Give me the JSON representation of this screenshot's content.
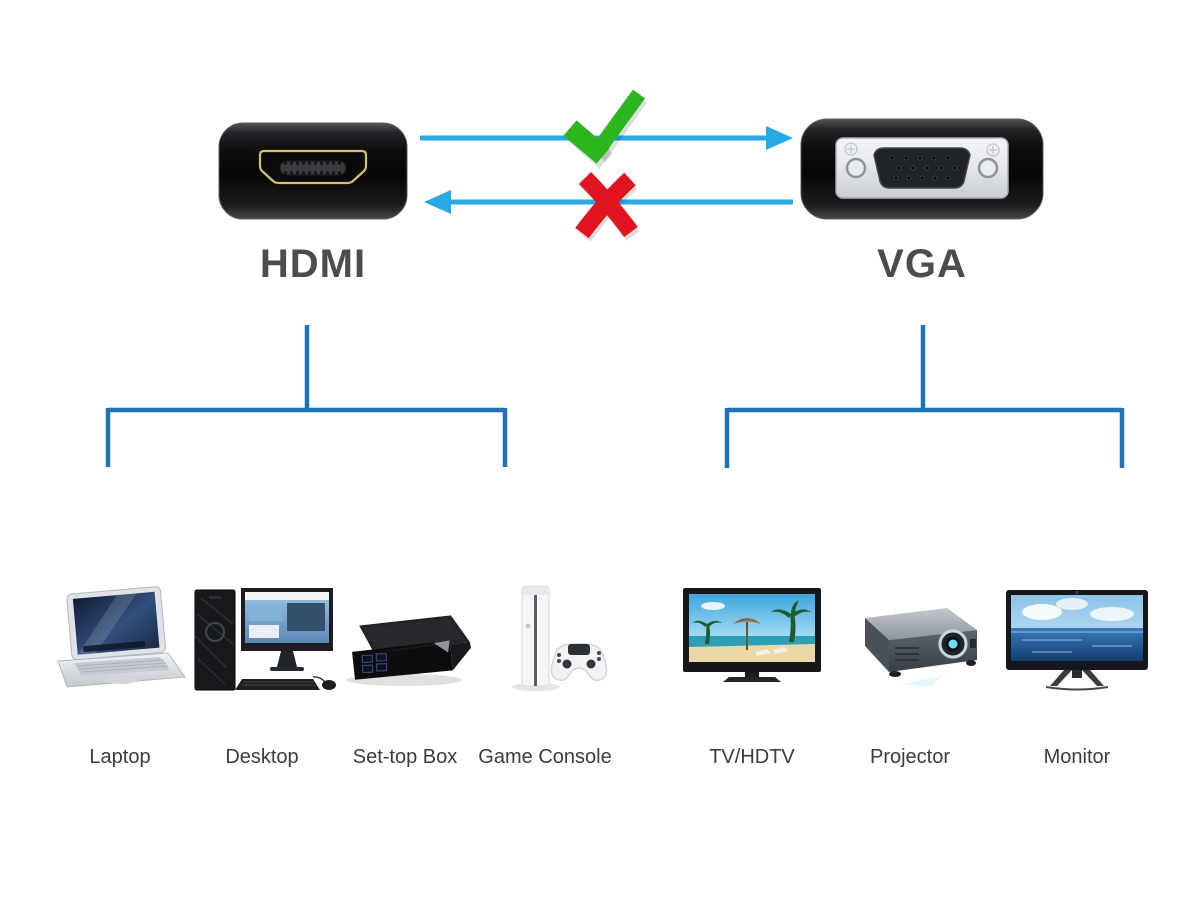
{
  "connectors": {
    "hdmi": {
      "label": "HDMI"
    },
    "vga": {
      "label": "VGA"
    }
  },
  "arrows": {
    "hdmi_to_vga": {
      "direction": "HDMI to VGA",
      "allowed": true,
      "mark": "green-check"
    },
    "vga_to_hdmi": {
      "direction": "VGA to HDMI",
      "allowed": false,
      "mark": "red-cross"
    }
  },
  "hdmi_devices": [
    {
      "name": "Laptop",
      "icon": "laptop-icon"
    },
    {
      "name": "Desktop",
      "icon": "desktop-icon"
    },
    {
      "name": "Set-top Box",
      "icon": "set-top-box-icon"
    },
    {
      "name": "Game Console",
      "icon": "game-console-icon"
    }
  ],
  "vga_devices": [
    {
      "name": "TV/HDTV",
      "icon": "tv-icon"
    },
    {
      "name": "Projector",
      "icon": "projector-icon"
    },
    {
      "name": "Monitor",
      "icon": "monitor-icon"
    }
  ],
  "colors": {
    "arrow_blue": "#29a9e1",
    "bracket_blue": "#1d73b9",
    "check_green": "#2db51e",
    "cross_red": "#e0131f",
    "connector_black": "#0a0a0c",
    "hdmi_gold": "#d9c070",
    "label_gray": "#4c4c4c"
  }
}
